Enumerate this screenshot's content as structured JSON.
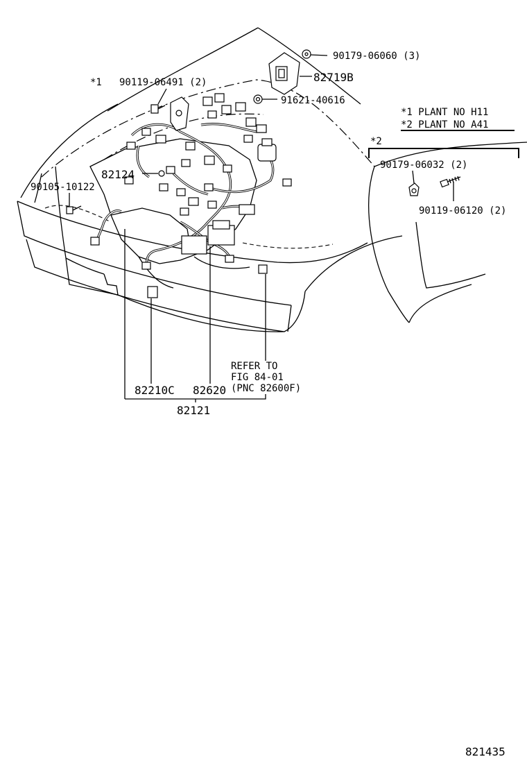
{
  "legend": {
    "marker1": "*1",
    "marker2": "*2",
    "line1": "*1 PLANT NO H11",
    "line2": "*2 PLANT NO A41"
  },
  "parts": {
    "p_90179_06060": "90179-06060 (3)",
    "p_82719B": "82719B",
    "p_91621_40616": "91621-40616",
    "p_90119_06491": "90119-06491 (2)",
    "p_82124": "82124",
    "p_90105_10122": "90105-10122",
    "p_90179_06032": "90179-06032 (2)",
    "p_90119_06120": "90119-06120 (2)",
    "p_82210C": "82210C",
    "p_82620": "82620",
    "p_82121": "82121"
  },
  "refer": {
    "line1": "REFER TO",
    "line2": "FIG 84-01",
    "line3": "(PNC 82600F)"
  },
  "figure_number": "821435"
}
